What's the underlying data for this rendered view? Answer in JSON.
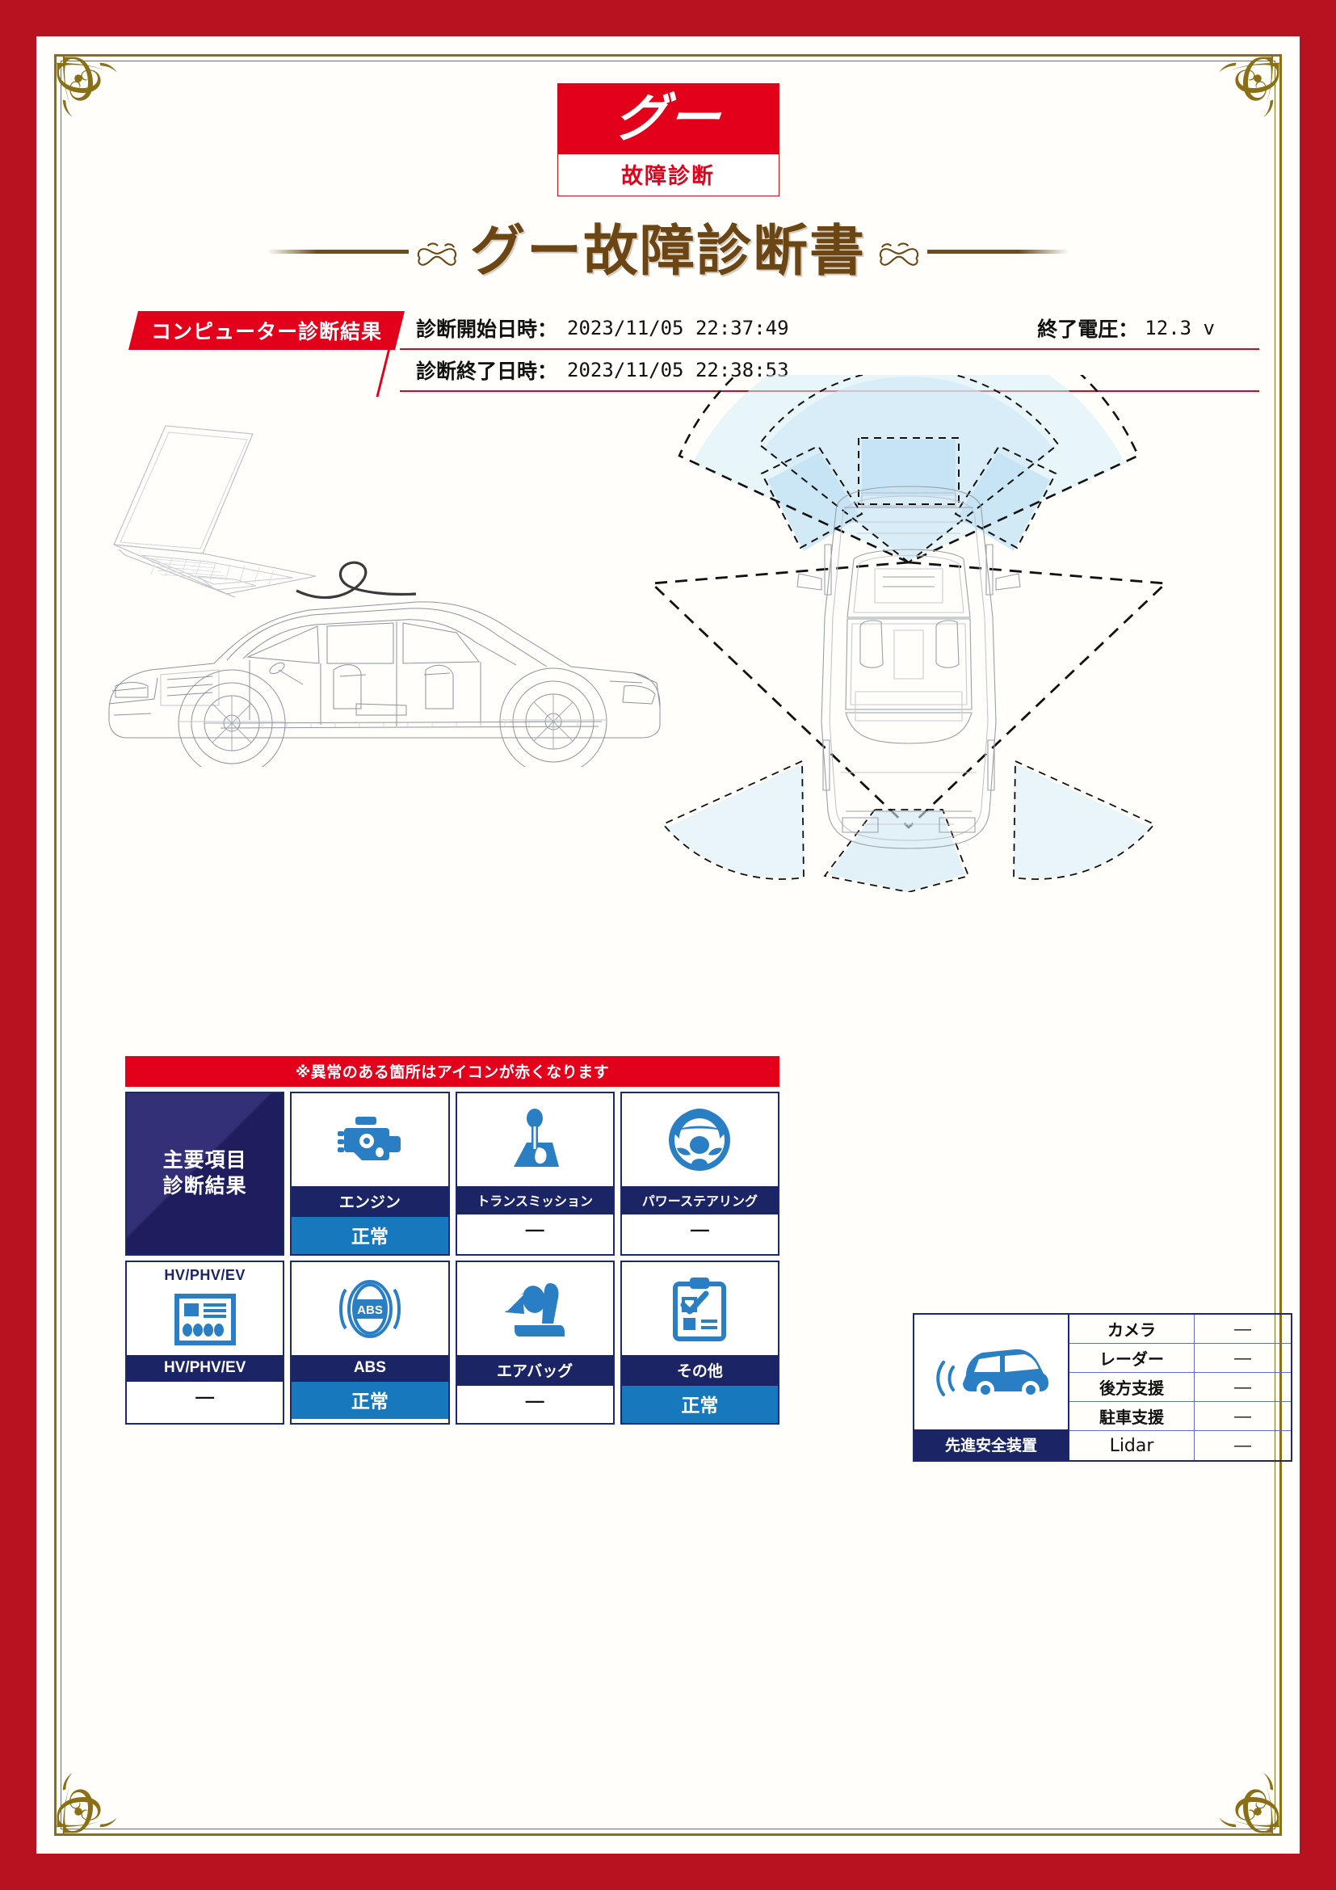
{
  "brand": {
    "logo_text": "グー",
    "logo_sub": "故障診断"
  },
  "document": {
    "title": "グー故障診断書"
  },
  "diagnostics": {
    "banner": "コンピューター診断結果",
    "start_label": "診断開始日時：",
    "start_value": "2023/11/05 22:37:49",
    "end_label": "診断終了日時：",
    "end_value": "2023/11/05 22:38:53",
    "voltage_label": "終了電圧：",
    "voltage_value": "12.3 v"
  },
  "results": {
    "warning": "※異常のある箇所はアイコンが赤くなります",
    "panel_label_line1": "主要項目",
    "panel_label_line2": "診断結果",
    "hv_badge": "HV/PHV/EV",
    "items": [
      {
        "name": "エンジン",
        "status": "正常",
        "state": "ok",
        "icon": "engine-icon"
      },
      {
        "name": "トランスミッション",
        "status": "―",
        "state": "na",
        "icon": "transmission-icon"
      },
      {
        "name": "パワーステアリング",
        "status": "―",
        "state": "na",
        "icon": "steering-icon"
      },
      {
        "name": "HV/PHV/EV",
        "status": "―",
        "state": "na",
        "icon": "battery-icon"
      },
      {
        "name": "ABS",
        "status": "正常",
        "state": "ok",
        "icon": "abs-icon"
      },
      {
        "name": "エアバッグ",
        "status": "―",
        "state": "na",
        "icon": "airbag-icon"
      },
      {
        "name": "その他",
        "status": "正常",
        "state": "ok",
        "icon": "clipboard-icon"
      }
    ]
  },
  "safety": {
    "caption": "先進安全装置",
    "rows": [
      {
        "name": "カメラ",
        "value": "―"
      },
      {
        "name": "レーダー",
        "value": "―"
      },
      {
        "name": "後方支援",
        "value": "―"
      },
      {
        "name": "駐車支援",
        "value": "―"
      },
      {
        "name": "Lidar",
        "value": "―"
      }
    ]
  },
  "colors": {
    "brand_red": "#e2001a",
    "border_red": "#b81220",
    "gold": "#8a6f14",
    "title_brown": "#6b4513",
    "navy": "#1b2566",
    "accent_blue": "#1878bd"
  }
}
